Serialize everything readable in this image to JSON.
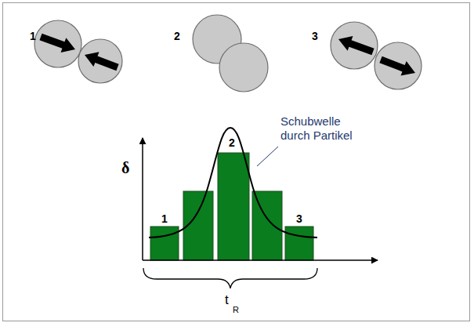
{
  "diagram": {
    "labels": [
      "1",
      "2",
      "3",
      "δ",
      "1",
      "2",
      "3",
      "Schubwelle durch Partikel",
      "t",
      "R"
    ]
  }
}
